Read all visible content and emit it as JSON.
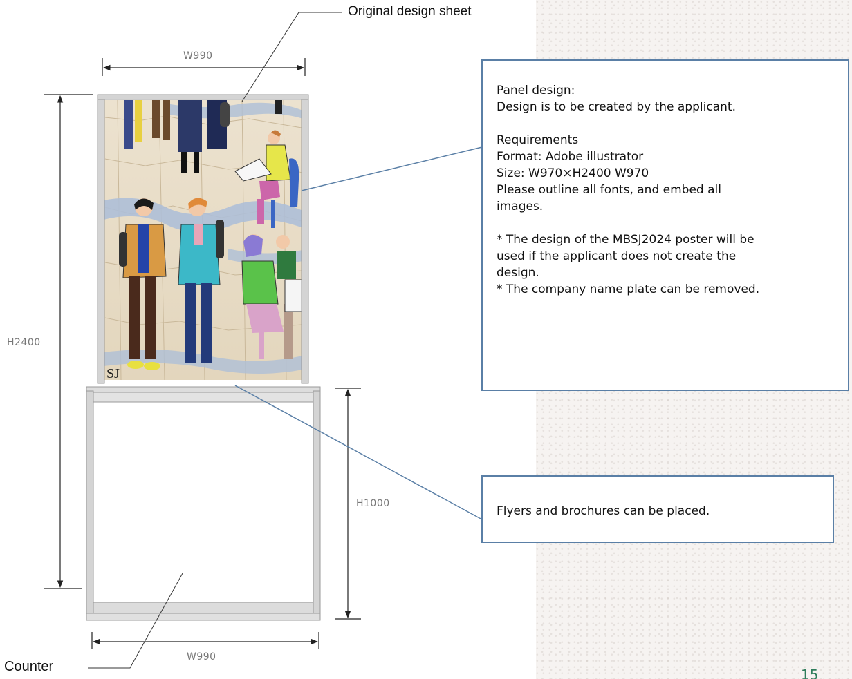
{
  "labels": {
    "original_design_sheet": "Original design sheet",
    "counter": "Counter"
  },
  "dimensions": {
    "top_width": "W990",
    "bottom_width": "W990",
    "total_height": "H2400",
    "counter_height": "H1000"
  },
  "panel_callout": {
    "lines": [
      "Panel design:",
      "Design is to be created by the applicant.",
      "",
      "Requirements",
      "Format: Adobe illustrator",
      "Size: W970×H2400 W970",
      "Please outline all fonts, and embed all",
      "images.",
      "",
      "* The design of the MBSJ2024 poster will be",
      "used if the applicant does not create the",
      "design.",
      "* The company name plate can be removed."
    ]
  },
  "counter_callout": {
    "text": "Flyers and brochures can be placed."
  },
  "poster_corner_text": "SJ",
  "page_number": "15",
  "colors": {
    "callout_border": "#5a7fa6",
    "leader_line": "#5a7fa6",
    "frame": "#b8b8b8",
    "dimension_line": "#222222",
    "page_number": "#2e7d5b"
  }
}
